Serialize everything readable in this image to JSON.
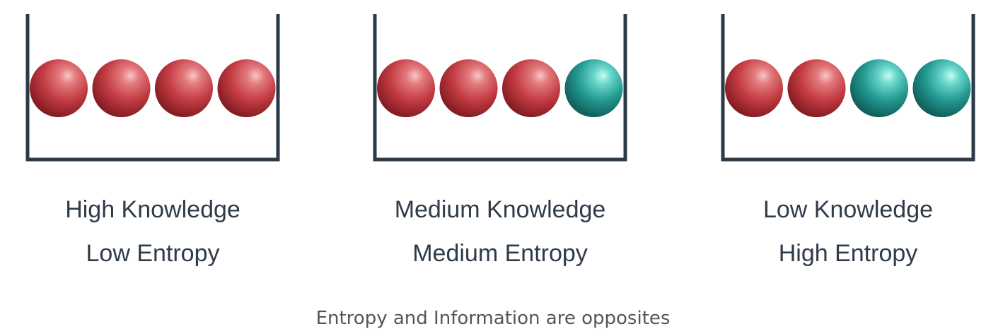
{
  "colors": {
    "container_stroke": "#2c3a47",
    "red_ball": "#c43c43",
    "teal_ball": "#239a92",
    "label_text": "#2f3b48",
    "caption_text": "#555555"
  },
  "containers": [
    {
      "balls": [
        "red",
        "red",
        "red",
        "red"
      ],
      "knowledge_label": "High Knowledge",
      "entropy_label": "Low Entropy"
    },
    {
      "balls": [
        "red",
        "red",
        "red",
        "teal"
      ],
      "knowledge_label": "Medium Knowledge",
      "entropy_label": "Medium Entropy"
    },
    {
      "balls": [
        "red",
        "red",
        "teal",
        "teal"
      ],
      "knowledge_label": "Low Knowledge",
      "entropy_label": "High Entropy"
    }
  ],
  "caption": "Entropy and Information are opposites"
}
